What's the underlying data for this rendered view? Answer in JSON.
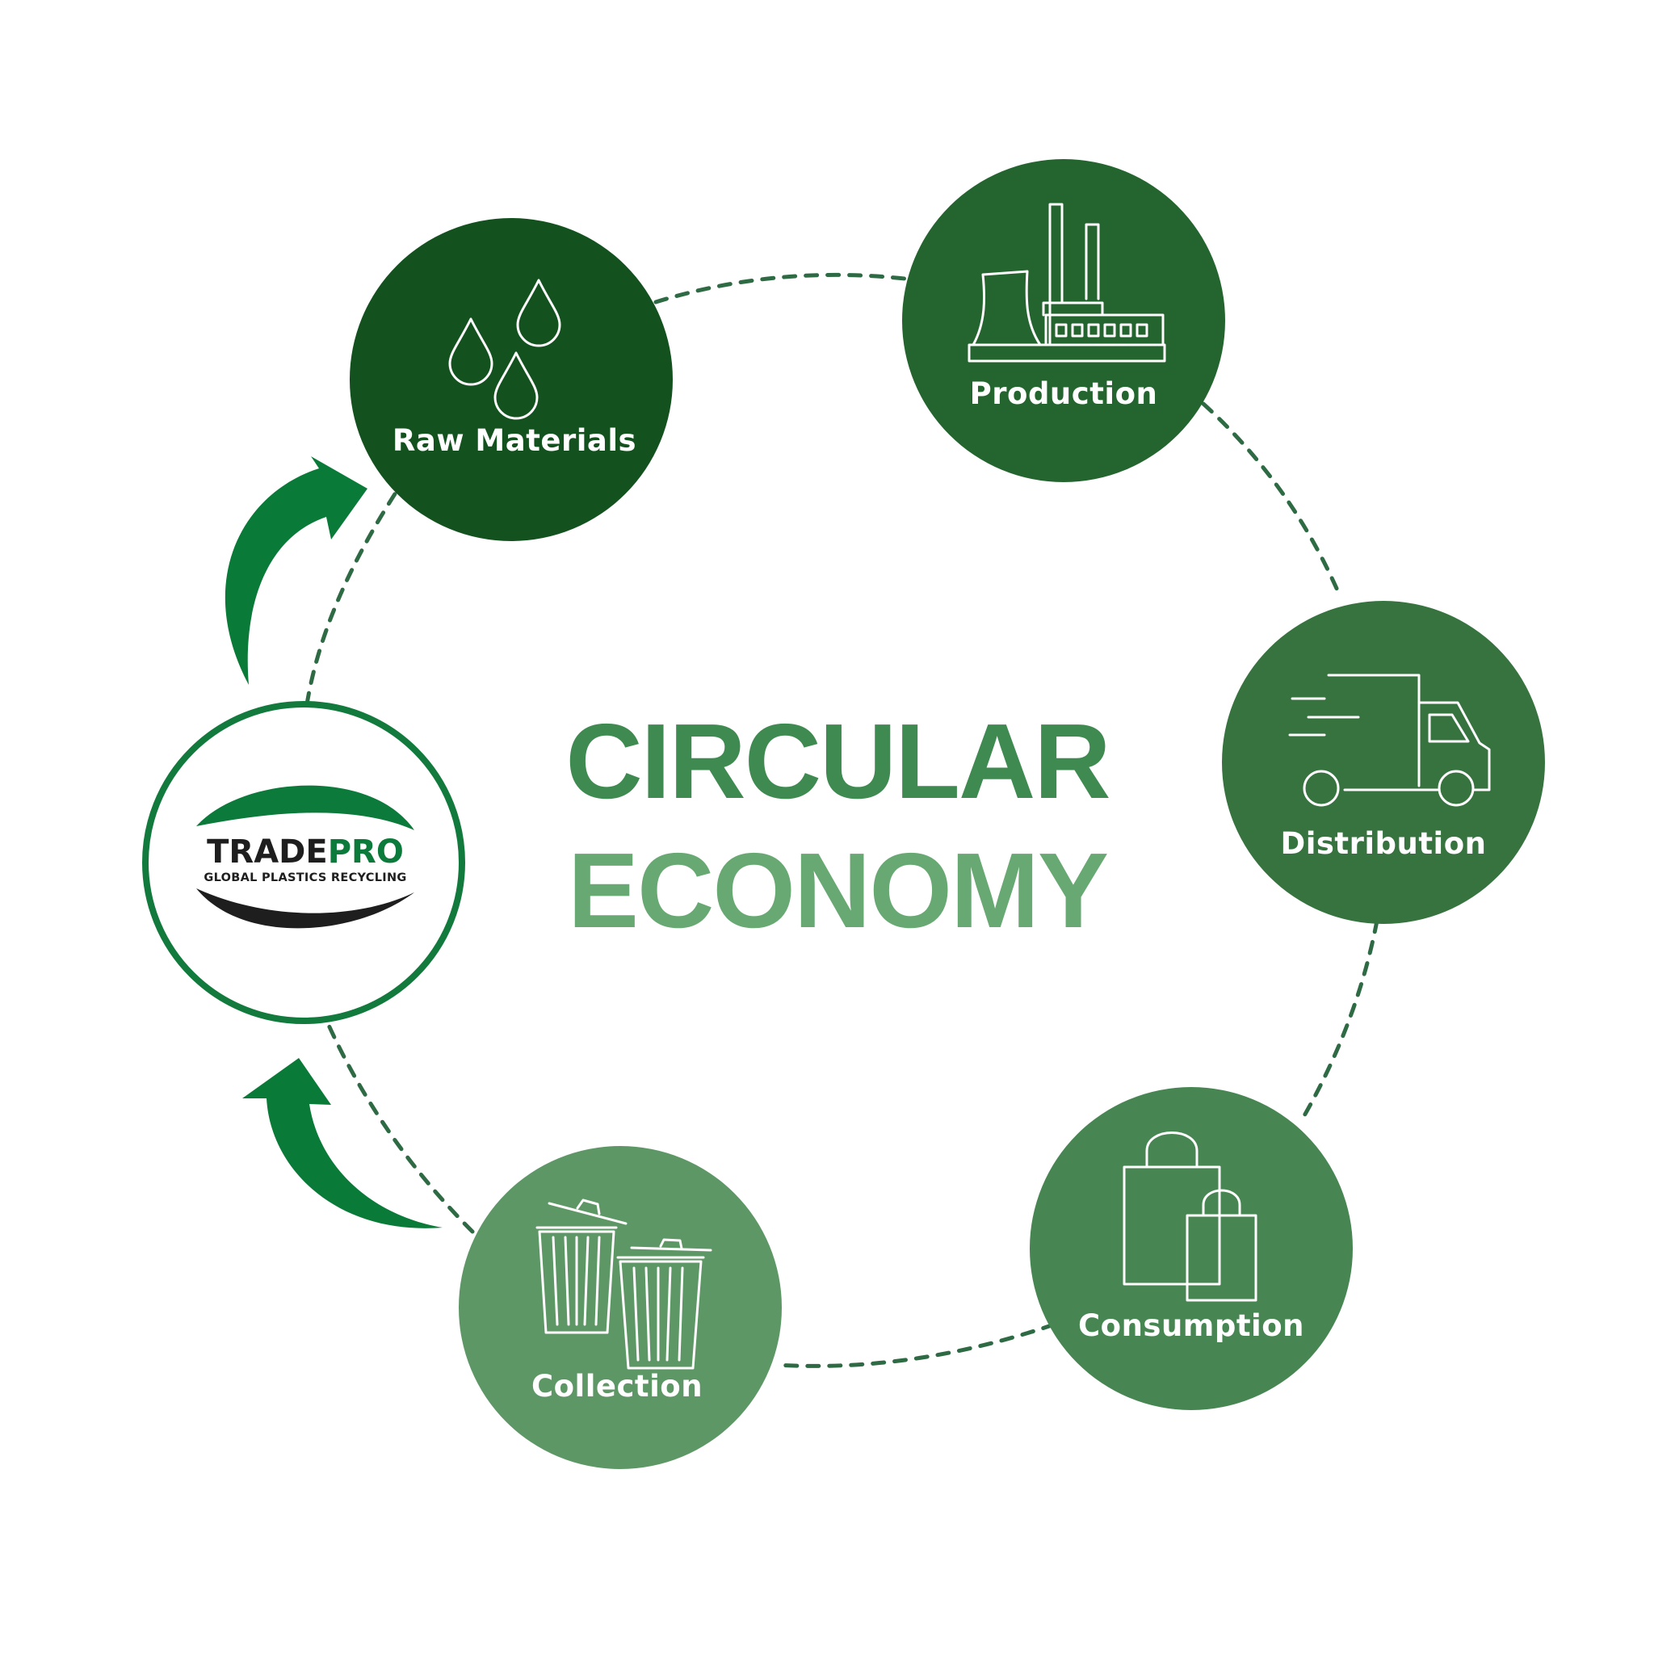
{
  "title": {
    "line1": "CIRCULAR",
    "line2": "ECONOMY"
  },
  "stages": [
    {
      "id": "raw-materials",
      "label": "Raw Materials",
      "icon": "droplets-icon",
      "color": "#13521f"
    },
    {
      "id": "production",
      "label": "Production",
      "icon": "factory-icon",
      "color": "#24652f"
    },
    {
      "id": "distribution",
      "label": "Distribution",
      "icon": "truck-icon",
      "color": "#36733f"
    },
    {
      "id": "consumption",
      "label": "Consumption",
      "icon": "shopping-bags-icon",
      "color": "#478652"
    },
    {
      "id": "collection",
      "label": "Collection",
      "icon": "trash-bins-icon",
      "color": "#5e9766"
    }
  ],
  "logo": {
    "name_part1": "TRADE",
    "name_part2": "PRO",
    "tagline": "GLOBAL PLASTICS RECYCLING",
    "colors": {
      "green": "#0b7a3a",
      "dark": "#1e1e1e",
      "ring": "#117a3c"
    }
  },
  "colors": {
    "title_top": "#3f8a51",
    "title_bottom": "#6aaa75",
    "dashed_path": "#2e6b44",
    "arrow": "#0a7a38"
  }
}
